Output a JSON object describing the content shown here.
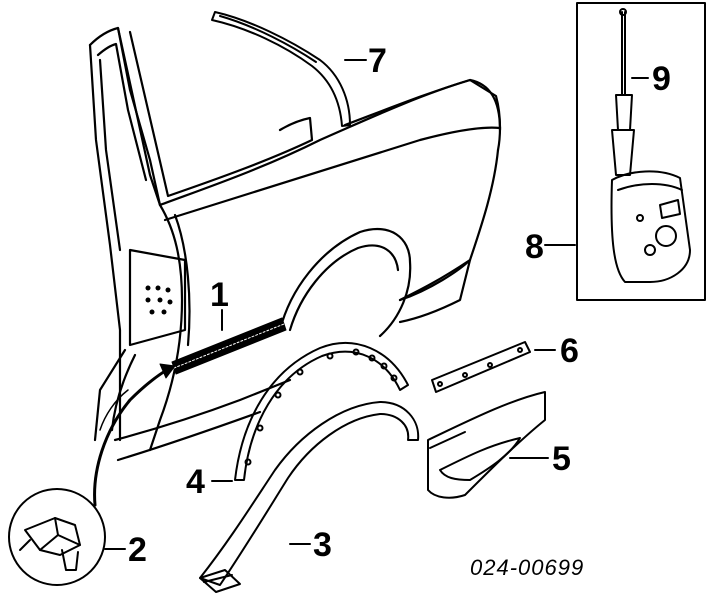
{
  "diagram": {
    "part_number": "024-00699",
    "callouts": [
      {
        "id": "1",
        "label": "1"
      },
      {
        "id": "2",
        "label": "2"
      },
      {
        "id": "3",
        "label": "3"
      },
      {
        "id": "4",
        "label": "4"
      },
      {
        "id": "5",
        "label": "5"
      },
      {
        "id": "6",
        "label": "6"
      },
      {
        "id": "7",
        "label": "7"
      },
      {
        "id": "8",
        "label": "8"
      },
      {
        "id": "9",
        "label": "9"
      }
    ],
    "colors": {
      "ink": "#000000",
      "paper": "#ffffff"
    }
  }
}
